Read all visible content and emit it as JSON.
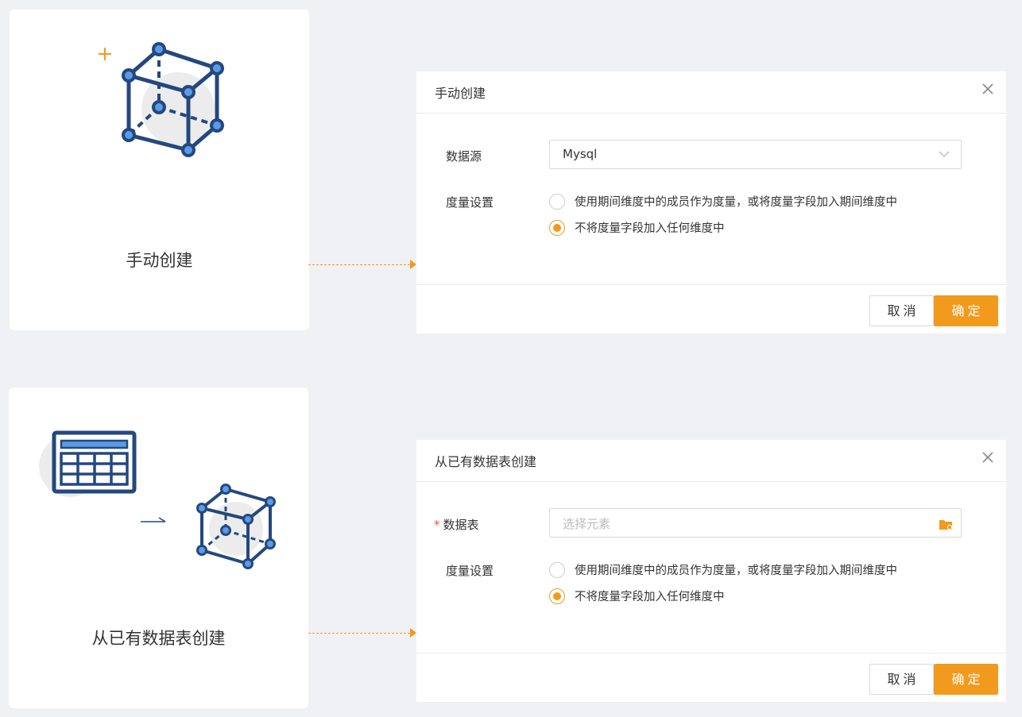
{
  "manual": {
    "card_title": "手动创建",
    "dialog": {
      "title": "手动创建",
      "datasource_label": "数据源",
      "datasource_value": "Mysql",
      "measure_label": "度量设置",
      "radio_option_1": "使用期间维度中的成员作为度量，或将度量字段加入期间维度中",
      "radio_option_2": "不将度量字段加入任何维度中",
      "selected_option": 2,
      "cancel_label": "取消",
      "ok_label": "确定"
    }
  },
  "from_table": {
    "card_title": "从已有数据表创建",
    "dialog": {
      "title": "从已有数据表创建",
      "table_required_mark": "*",
      "table_label": "数据表",
      "table_placeholder": "选择元素",
      "measure_label": "度量设置",
      "radio_option_1": "使用期间维度中的成员作为度量，或将度量字段加入期间维度中",
      "radio_option_2": "不将度量字段加入任何维度中",
      "selected_option": 2,
      "cancel_label": "取消",
      "ok_label": "确定"
    }
  },
  "colors": {
    "accent": "#f29a1d",
    "cube_stroke": "#24487e",
    "cube_node": "#5b9be6",
    "background": "#f0f1f5"
  },
  "icons": [
    "plus-icon",
    "cube-icon",
    "table-icon",
    "arrow-right-icon",
    "close-icon",
    "chevron-down-icon",
    "folder-icon"
  ]
}
